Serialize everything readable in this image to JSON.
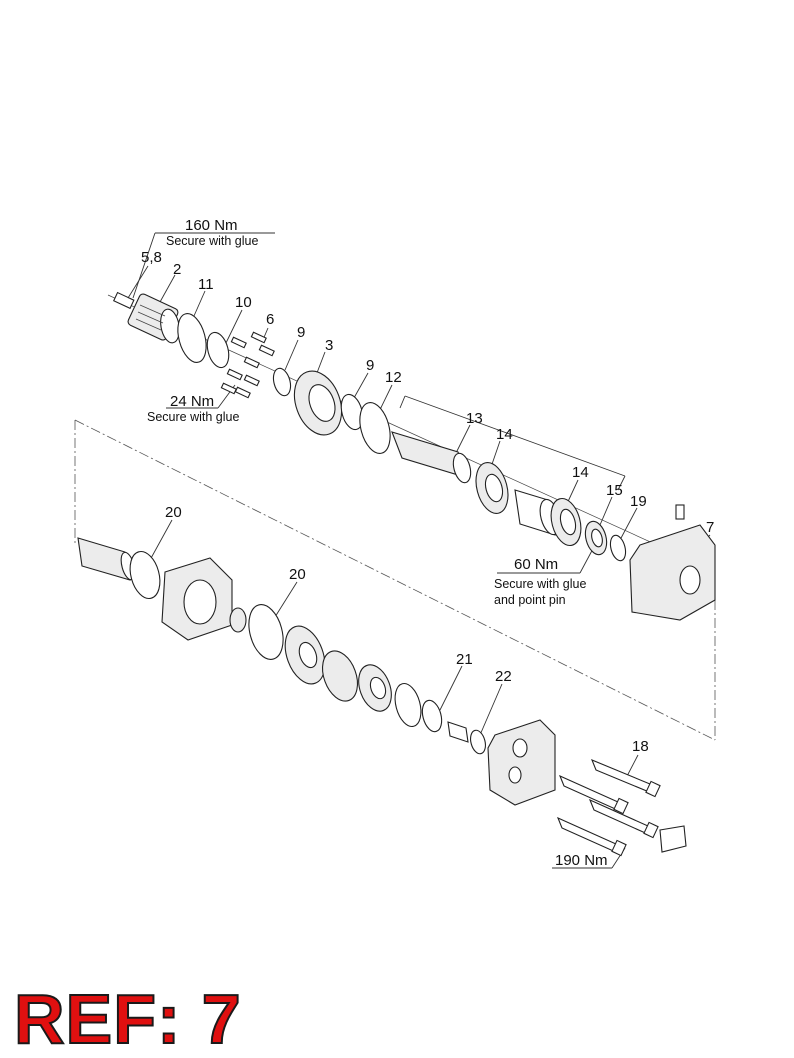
{
  "diagram": {
    "part_numbers": [
      "5,8",
      "2",
      "11",
      "10",
      "6",
      "9",
      "3",
      "9",
      "12",
      "13",
      "14",
      "14",
      "15",
      "19",
      "7",
      "20",
      "20",
      "21",
      "22",
      "18"
    ],
    "torque_specs": {
      "t160": "160 Nm",
      "t24": "24 Nm",
      "t60": "60 Nm",
      "t190": "190 Nm"
    },
    "notes": {
      "glue1": "Secure with glue",
      "glue2": "Secure with glue",
      "glue3_line1": "Secure with glue",
      "glue3_line2": "and point pin"
    },
    "reference": "REF: 7",
    "colors": {
      "ref_fill": "#e01010",
      "ref_outline": "#1a1a1a",
      "line": "#222222"
    }
  }
}
